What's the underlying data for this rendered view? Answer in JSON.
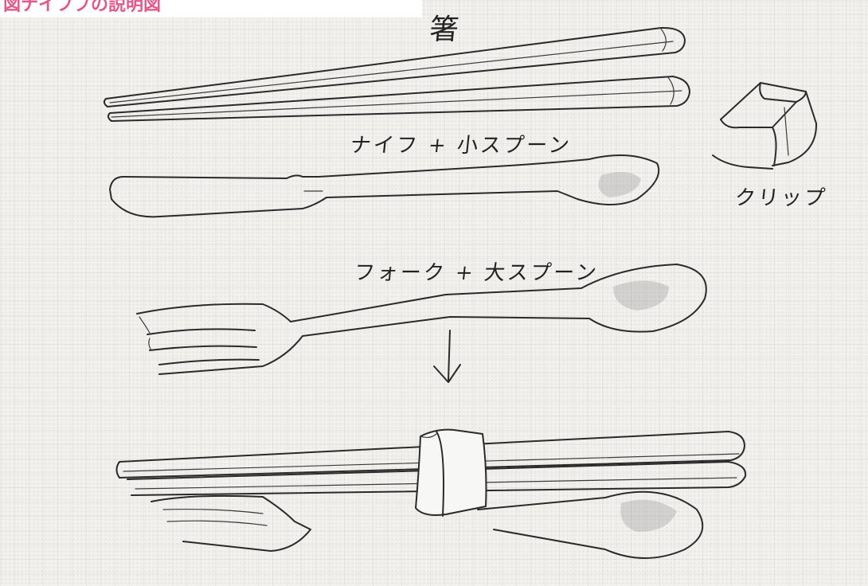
{
  "header": {
    "title": "図ナイフプの説明図"
  },
  "labels": {
    "chopsticks": "箸",
    "knife_spoon": "ナイフ + 小スプーン",
    "clip": "クリップ",
    "fork_spoon": "フォーク + 大スプーン"
  },
  "colors": {
    "title": "#e25a8a",
    "pencil": "#2a2a2a",
    "paper": "#f2f1ee"
  },
  "icons": {
    "arrow": "down-arrow-icon"
  }
}
